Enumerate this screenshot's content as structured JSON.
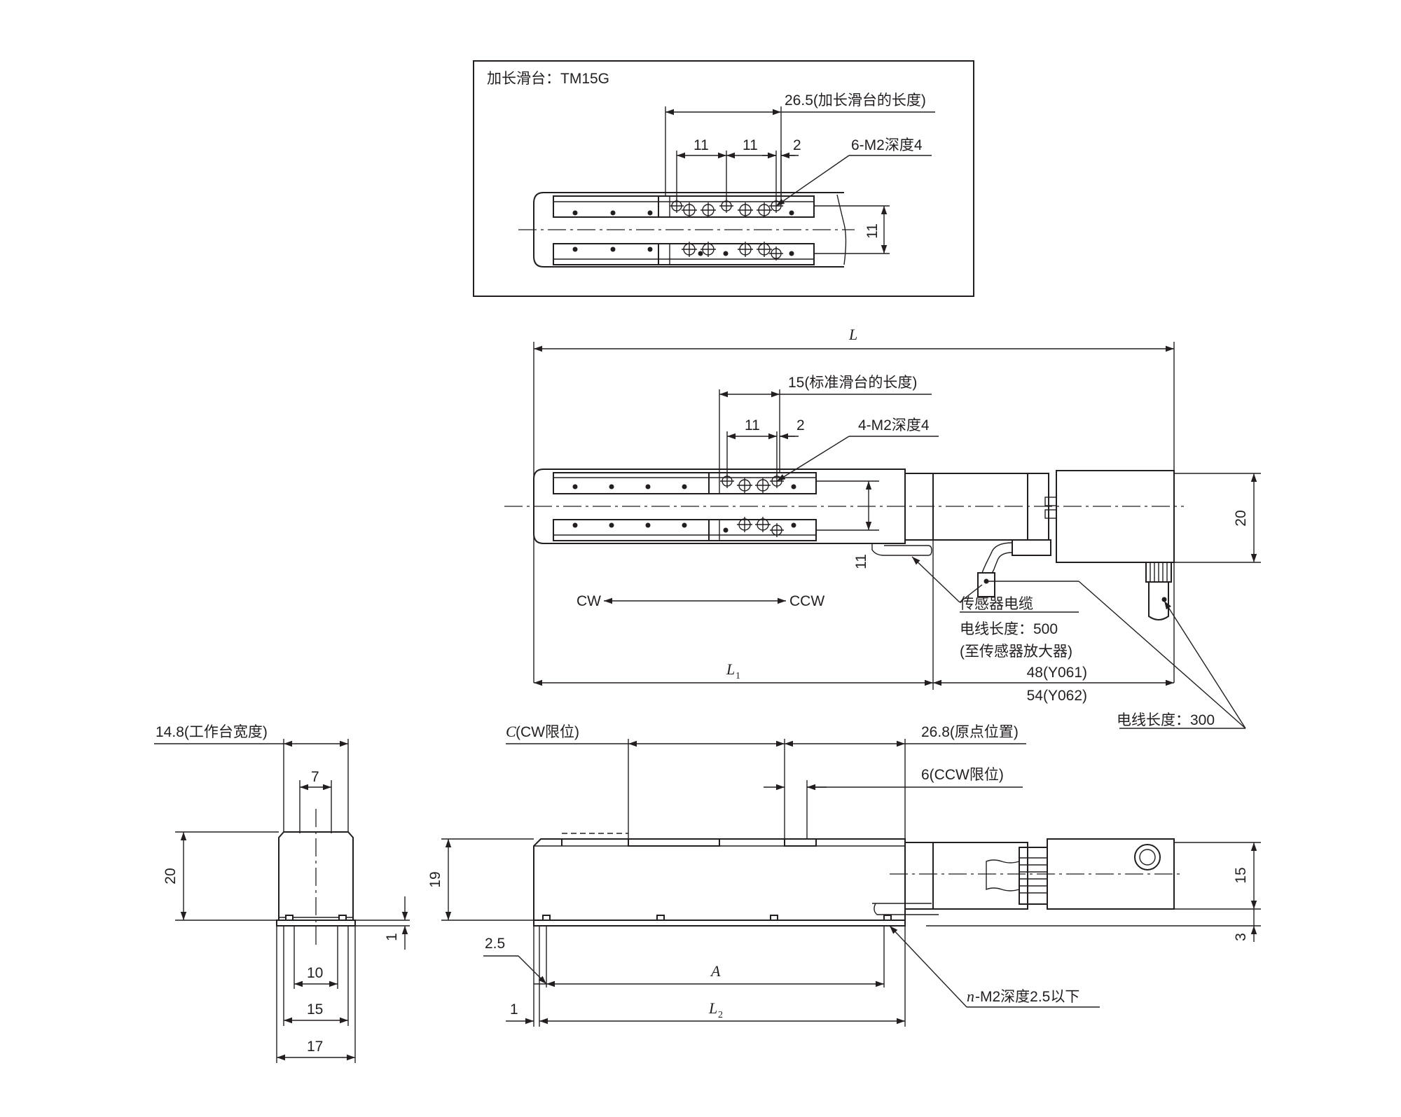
{
  "extended_slide_box": {
    "title": "加长滑台：TM15G",
    "dim_length": "26.5(加长滑台的长度)",
    "pitch_1": "11",
    "pitch_2": "11",
    "offset": "2",
    "holes": "6-M2深度4",
    "spacing": "11"
  },
  "top_view": {
    "overall_length_symbol": "L",
    "slide_length": "15(标准滑台的长度)",
    "pitch": "11",
    "offset": "2",
    "holes": "4-M2深度4",
    "height": "20",
    "spacing": "11",
    "direction_cw": "CW",
    "direction_ccw": "CCW",
    "sensor_cable": "传感器电缆",
    "sensor_cable_length": "电线长度：500",
    "sensor_amp": "(至传感器放大器)",
    "motor_len_y061": "48(Y061)",
    "motor_len_y062": "54(Y062)",
    "l1_symbol": "L",
    "l1_sub": "1",
    "motor_cable_length": "电线长度：300"
  },
  "end_view": {
    "table_width": "14.8(工作台宽度)",
    "top_hole_spacing": "7",
    "height": "20",
    "bottom_gap": "1",
    "bottom_hole_spacing": "10",
    "base_width_inner": "15",
    "base_width": "17"
  },
  "side_view": {
    "cw_limit_symbol": "C",
    "cw_limit_text": "(CW限位)",
    "origin_position": "26.8(原点位置)",
    "ccw_limit": "6(CCW限位)",
    "height": "19",
    "motor_height": "15",
    "motor_offset": "3",
    "edge_offset": "2.5",
    "a_symbol": "A",
    "end_offset": "1",
    "l2_symbol": "L",
    "l2_sub": "2",
    "n_symbol": "n",
    "mount_holes": "-M2深度2.5以下"
  }
}
